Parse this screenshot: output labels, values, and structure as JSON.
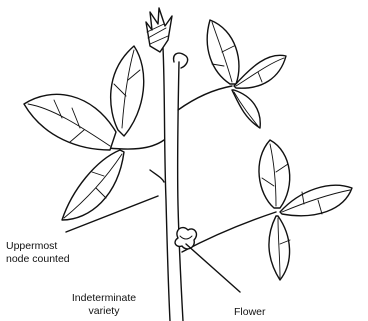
{
  "labels": {
    "uppermost_line1": "Uppermost",
    "uppermost_line2": "node counted",
    "indeterminate_line1": "Indeterminate",
    "indeterminate_line2": "variety",
    "flower": "Flower"
  }
}
